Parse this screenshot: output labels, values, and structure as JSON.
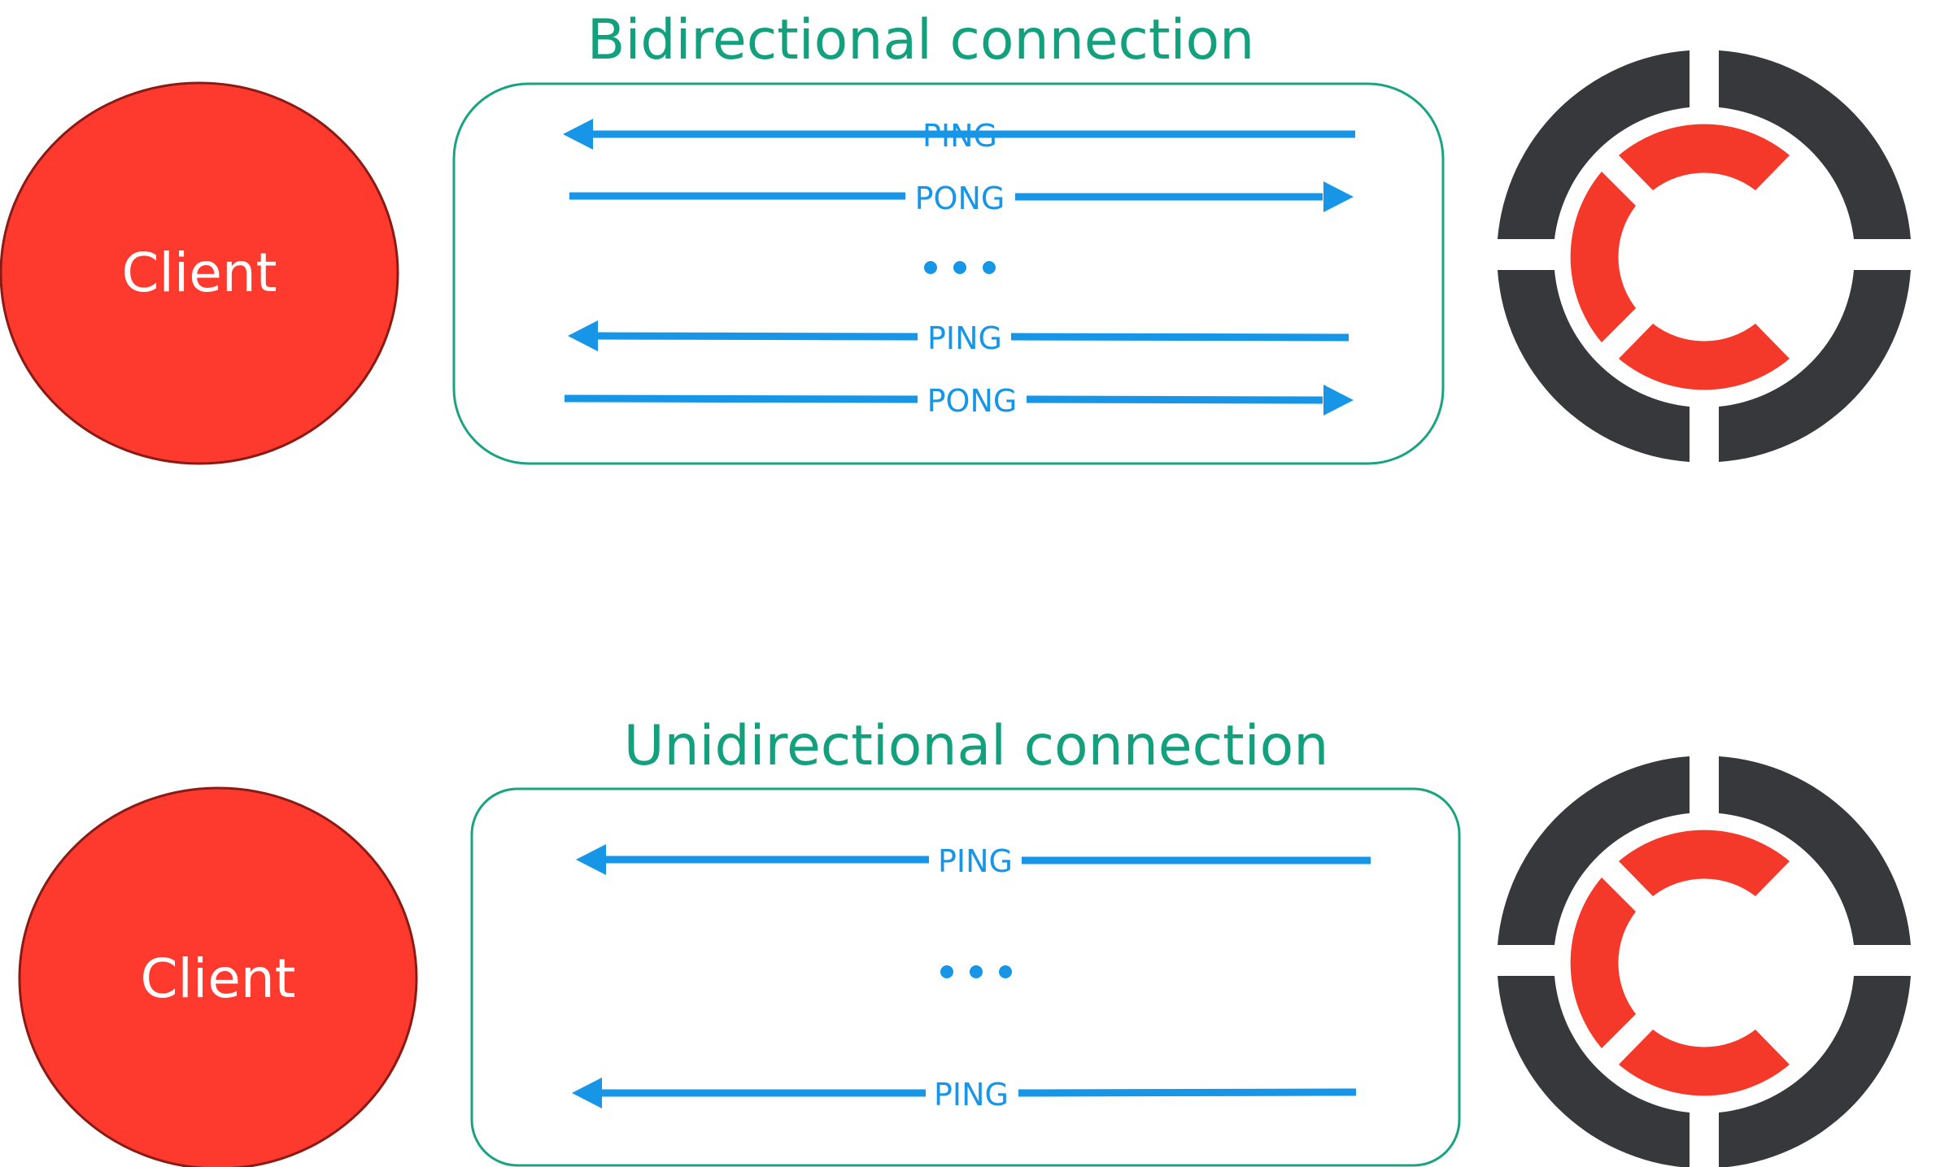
{
  "colors": {
    "client_fill": "#fd3a2d",
    "client_stroke": "#8c1a14",
    "frame": "#1aa383",
    "title": "#12a07d",
    "arrow": "#1796e8",
    "logo_dark": "#37383b",
    "logo_red": "#f4392a"
  },
  "panels": [
    {
      "title": "Bidirectional connection",
      "client_label": "Client",
      "messages": [
        {
          "label": "PING",
          "direction": "to-client"
        },
        {
          "label": "PONG",
          "direction": "to-server"
        },
        {
          "label": "PING",
          "direction": "to-client"
        },
        {
          "label": "PONG",
          "direction": "to-server"
        }
      ],
      "ellipsis": "• • •"
    },
    {
      "title": "Unidirectional connection",
      "client_label": "Client",
      "messages": [
        {
          "label": "PING",
          "direction": "to-client"
        },
        {
          "label": "PING",
          "direction": "to-client"
        }
      ],
      "ellipsis": "• • •"
    }
  ]
}
